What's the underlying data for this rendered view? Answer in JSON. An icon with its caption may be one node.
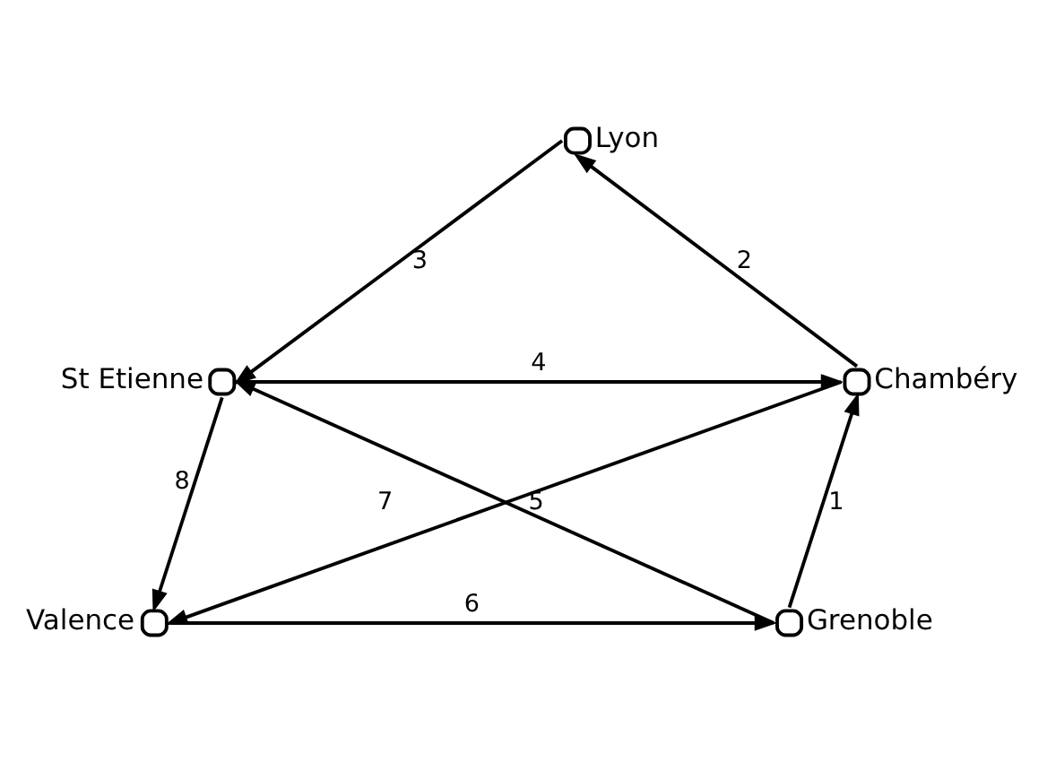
{
  "diagram": {
    "nodes": [
      {
        "text": [],
        "shape": "circle",
        "beside": [
          "Lyon"
        ]
      },
      {
        "text": [],
        "shape": "circle",
        "beside": [
          "St Etienne"
        ]
      },
      {
        "text": [],
        "shape": "circle",
        "beside": [
          "Chambéry"
        ]
      },
      {
        "text": [],
        "shape": "circle",
        "beside": [
          "Valence"
        ]
      },
      {
        "text": [],
        "shape": "circle",
        "beside": [
          "Grenoble"
        ]
      }
    ],
    "edges": [
      {
        "from": 0,
        "to": 1,
        "arrow": "to",
        "label": "3"
      },
      {
        "from": 2,
        "to": 0,
        "arrow": "to",
        "label": "2"
      },
      {
        "from": 1,
        "to": 2,
        "arrow": "to",
        "label": "4"
      },
      {
        "from": 2,
        "to": 3,
        "arrow": "to",
        "label": "5"
      },
      {
        "from": 1,
        "to": 3,
        "arrow": "to",
        "label": "8"
      },
      {
        "from": 3,
        "to": 4,
        "arrow": "to",
        "label": "6"
      },
      {
        "from": 4,
        "to": 2,
        "arrow": "to",
        "label": "1"
      },
      {
        "from": 4,
        "to": 1,
        "arrow": "to",
        "label": "7"
      }
    ]
  }
}
